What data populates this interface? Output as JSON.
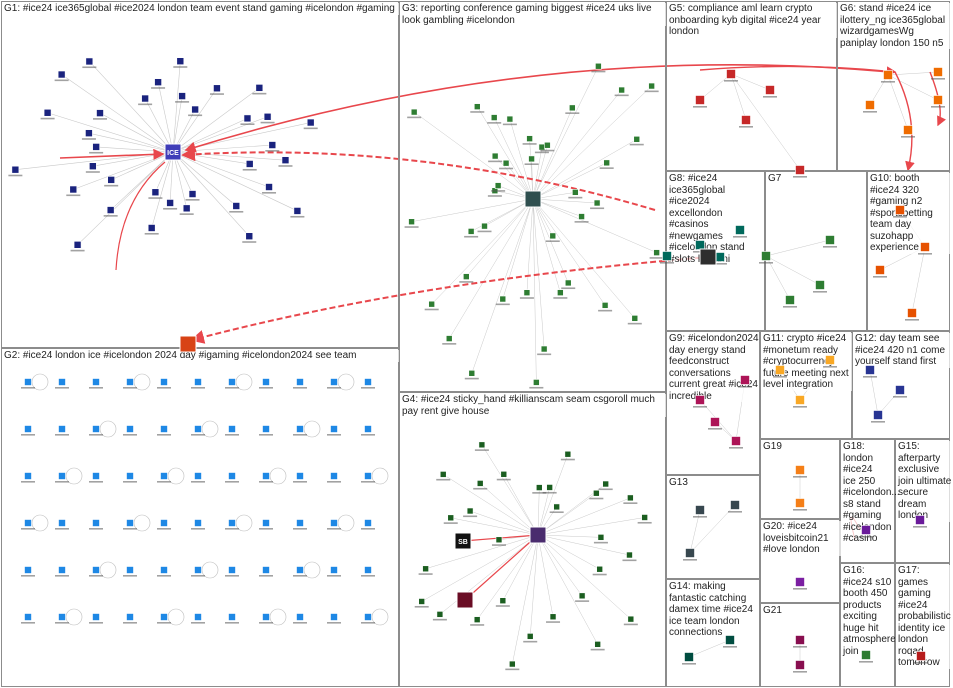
{
  "groups": [
    {
      "id": "G1",
      "label": "G1: #ice24 ice365global #ice2024 london team event stand gaming #icelondon #gaming"
    },
    {
      "id": "G2",
      "label": "G2: #ice24 london ice #icelondon 2024 day #igaming #icelondon2024 see team"
    },
    {
      "id": "G3",
      "label": "G3: reporting conference gaming biggest #ice24 uks live look gambling #icelondon"
    },
    {
      "id": "G4",
      "label": "G4: #ice24 sticky_hand #killianscam seam csgoroll much pay rent give house"
    },
    {
      "id": "G5",
      "label": "G5: compliance aml learn crypto onboarding kyb digital #ice24 year london"
    },
    {
      "id": "G6",
      "label": "G6: stand #ice24 ice ilottery_ng ice365global wizardgamesWg paniplay london 150 n5"
    },
    {
      "id": "G7",
      "label": "G7"
    },
    {
      "id": "G8",
      "label": "G8: #ice24 ice365global #ice2024 excellondon #casinos #newgames #icelondon stand #slots konami"
    },
    {
      "id": "G9",
      "label": "G9: #icelondon2024 day energy stand feedconstruct conversations current great #ice24 incredible"
    },
    {
      "id": "G10",
      "label": "G10: booth #ice24 320 #gaming n2 #sportsbetting team day suzohapp experience"
    },
    {
      "id": "G11",
      "label": "G11: crypto #ice24 #monetum ready #cryptocurrency future meeting next level integration"
    },
    {
      "id": "G12",
      "label": "G12: day team see #ice24 420 n1 come yourself stand first"
    },
    {
      "id": "G13",
      "label": "G13"
    },
    {
      "id": "G14",
      "label": "G14: making fantastic catching damex time #ice24 ice team london connections"
    },
    {
      "id": "G15",
      "label": "G15: afterparty exclusive join ultimate secure dream london"
    },
    {
      "id": "G16",
      "label": "G16: #ice24 s10 booth 450 products exciting huge hit atmosphere join"
    },
    {
      "id": "G17",
      "label": "G17: games gaming #ice24 probabilistic identity ice london roqad tomorrow"
    },
    {
      "id": "G18",
      "label": "G18: london #ice24 ice 250 #icelondon... s8 stand #gaming #icelondon #casino"
    },
    {
      "id": "G19",
      "label": "G19"
    },
    {
      "id": "G20",
      "label": "G20: #ice24 loveisbitcoin21 #love london"
    },
    {
      "id": "G21",
      "label": "G21"
    }
  ],
  "colors": {
    "border": "#8c8c8c",
    "edge": "#c9c9c9",
    "edge_strong": "#e8474c",
    "G1": "#1a237e",
    "G2": "#1e88e5",
    "G3": "#2e7d32",
    "G4": "#1b5e20",
    "G5": "#c62828",
    "G6": "#ef6c00",
    "G7": "#2e7d32",
    "G8": "#00695c",
    "G9": "#ad1457",
    "G10": "#e65100",
    "G11": "#f9a825",
    "G12": "#283593",
    "G13": "#37474f",
    "G14": "#004d40",
    "G15": "#6a1b9a",
    "G16": "#2e7d32",
    "G17": "#b71c1c",
    "G18": "#6a1b9a",
    "G19": "#f57f17",
    "G20": "#7b1fa2",
    "G21": "#880e4f"
  },
  "icons": {
    "hub": "ice-logo-icon",
    "node": "profile-image-icon"
  }
}
